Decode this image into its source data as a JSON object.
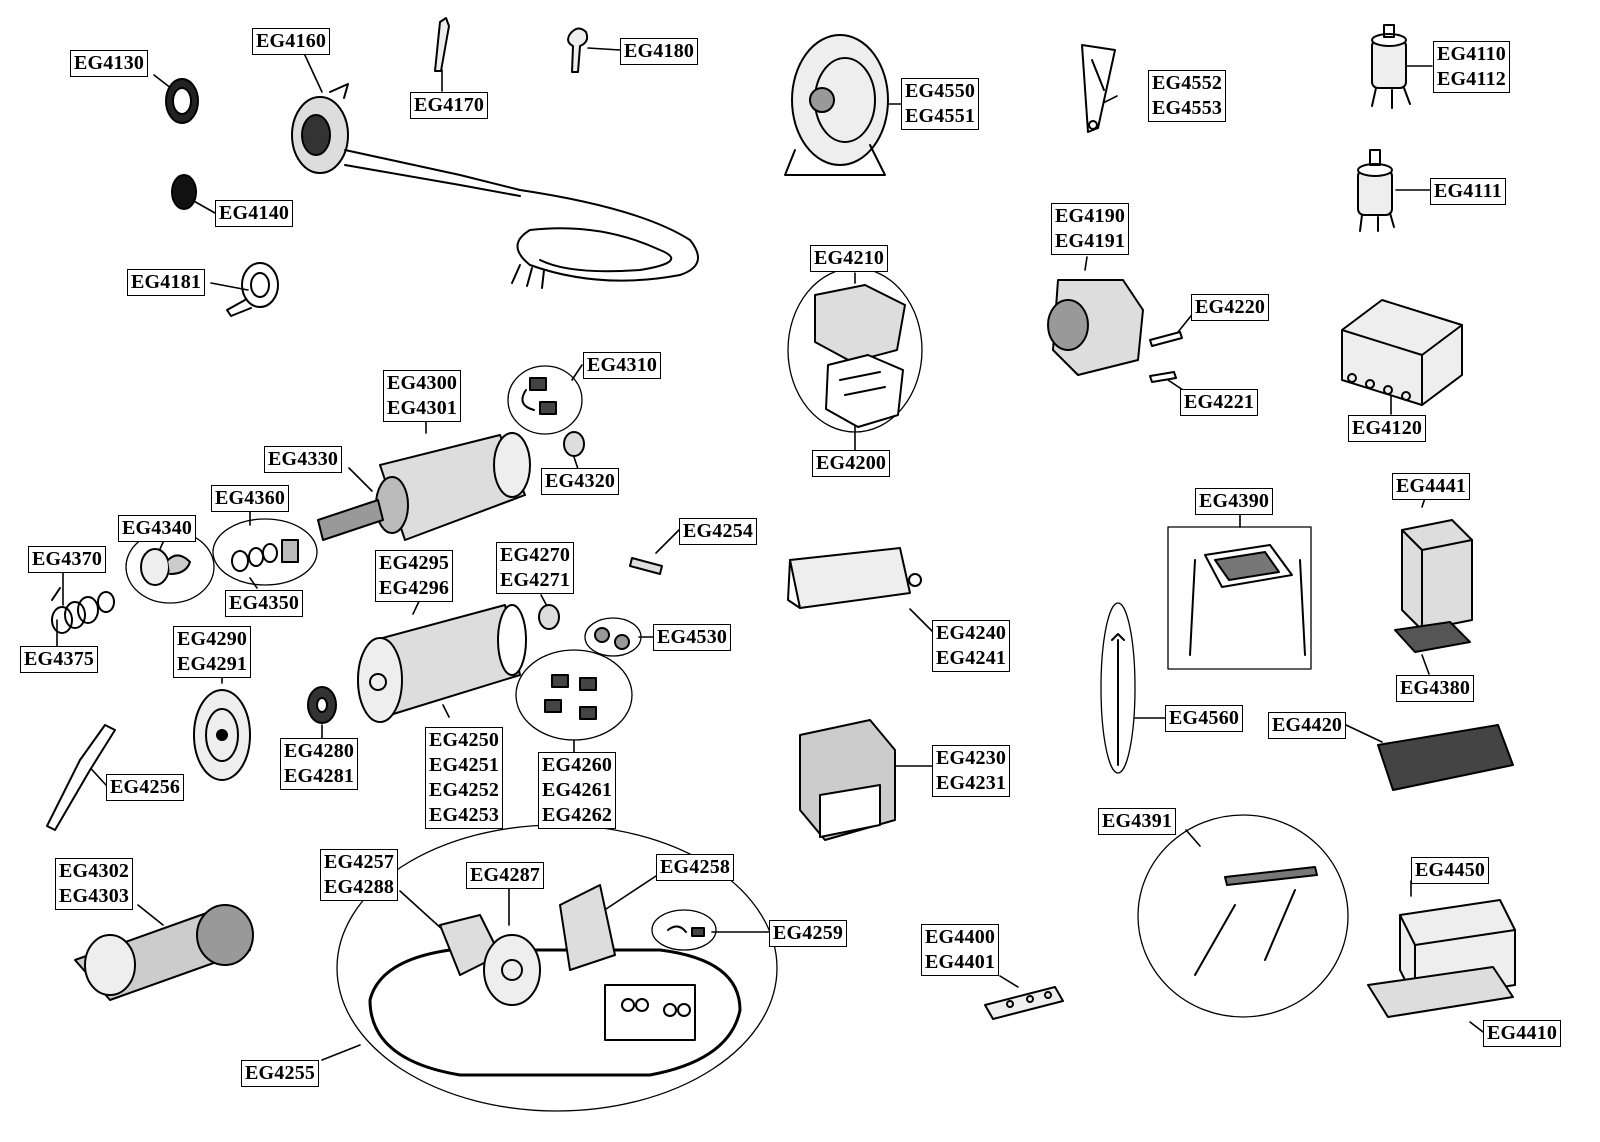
{
  "callouts": {
    "EG4130": [
      "EG4130"
    ],
    "EG4160": [
      "EG4160"
    ],
    "EG4170": [
      "EG4170"
    ],
    "EG4180": [
      "EG4180"
    ],
    "EG4140": [
      "EG4140"
    ],
    "EG4181": [
      "EG4181"
    ],
    "EG4550": [
      "EG4550",
      "EG4551"
    ],
    "EG4552": [
      "EG4552",
      "EG4553"
    ],
    "EG4110": [
      "EG4110",
      "EG4112"
    ],
    "EG4111": [
      "EG4111"
    ],
    "EG4210": [
      "EG4210"
    ],
    "EG4200": [
      "EG4200"
    ],
    "EG4190": [
      "EG4190",
      "EG4191"
    ],
    "EG4220": [
      "EG4220"
    ],
    "EG4221": [
      "EG4221"
    ],
    "EG4120": [
      "EG4120"
    ],
    "EG4300": [
      "EG4300",
      "EG4301"
    ],
    "EG4310": [
      "EG4310"
    ],
    "EG4330": [
      "EG4330"
    ],
    "EG4320": [
      "EG4320"
    ],
    "EG4360": [
      "EG4360"
    ],
    "EG4340": [
      "EG4340"
    ],
    "EG4370": [
      "EG4370"
    ],
    "EG4350": [
      "EG4350"
    ],
    "EG4375": [
      "EG4375"
    ],
    "EG4254": [
      "EG4254"
    ],
    "EG4295": [
      "EG4295",
      "EG4296"
    ],
    "EG4270": [
      "EG4270",
      "EG4271"
    ],
    "EG4530": [
      "EG4530"
    ],
    "EG4290": [
      "EG4290",
      "EG4291"
    ],
    "EG4240": [
      "EG4240",
      "EG4241"
    ],
    "EG4390": [
      "EG4390"
    ],
    "EG4441": [
      "EG4441"
    ],
    "EG4380": [
      "EG4380"
    ],
    "EG4560": [
      "EG4560"
    ],
    "EG4420": [
      "EG4420"
    ],
    "EG4256": [
      "EG4256"
    ],
    "EG4280": [
      "EG4280",
      "EG4281"
    ],
    "EG4250": [
      "EG4250",
      "EG4251",
      "EG4252",
      "EG4253"
    ],
    "EG4260": [
      "EG4260",
      "EG4261",
      "EG4262"
    ],
    "EG4230": [
      "EG4230",
      "EG4231"
    ],
    "EG4391": [
      "EG4391"
    ],
    "EG4302": [
      "EG4302",
      "EG4303"
    ],
    "EG4257": [
      "EG4257",
      "EG4288"
    ],
    "EG4287": [
      "EG4287"
    ],
    "EG4258": [
      "EG4258"
    ],
    "EG4259": [
      "EG4259"
    ],
    "EG4450": [
      "EG4450"
    ],
    "EG4400": [
      "EG4400",
      "EG4401"
    ],
    "EG4410": [
      "EG4410"
    ],
    "EG4255": [
      "EG4255"
    ]
  }
}
